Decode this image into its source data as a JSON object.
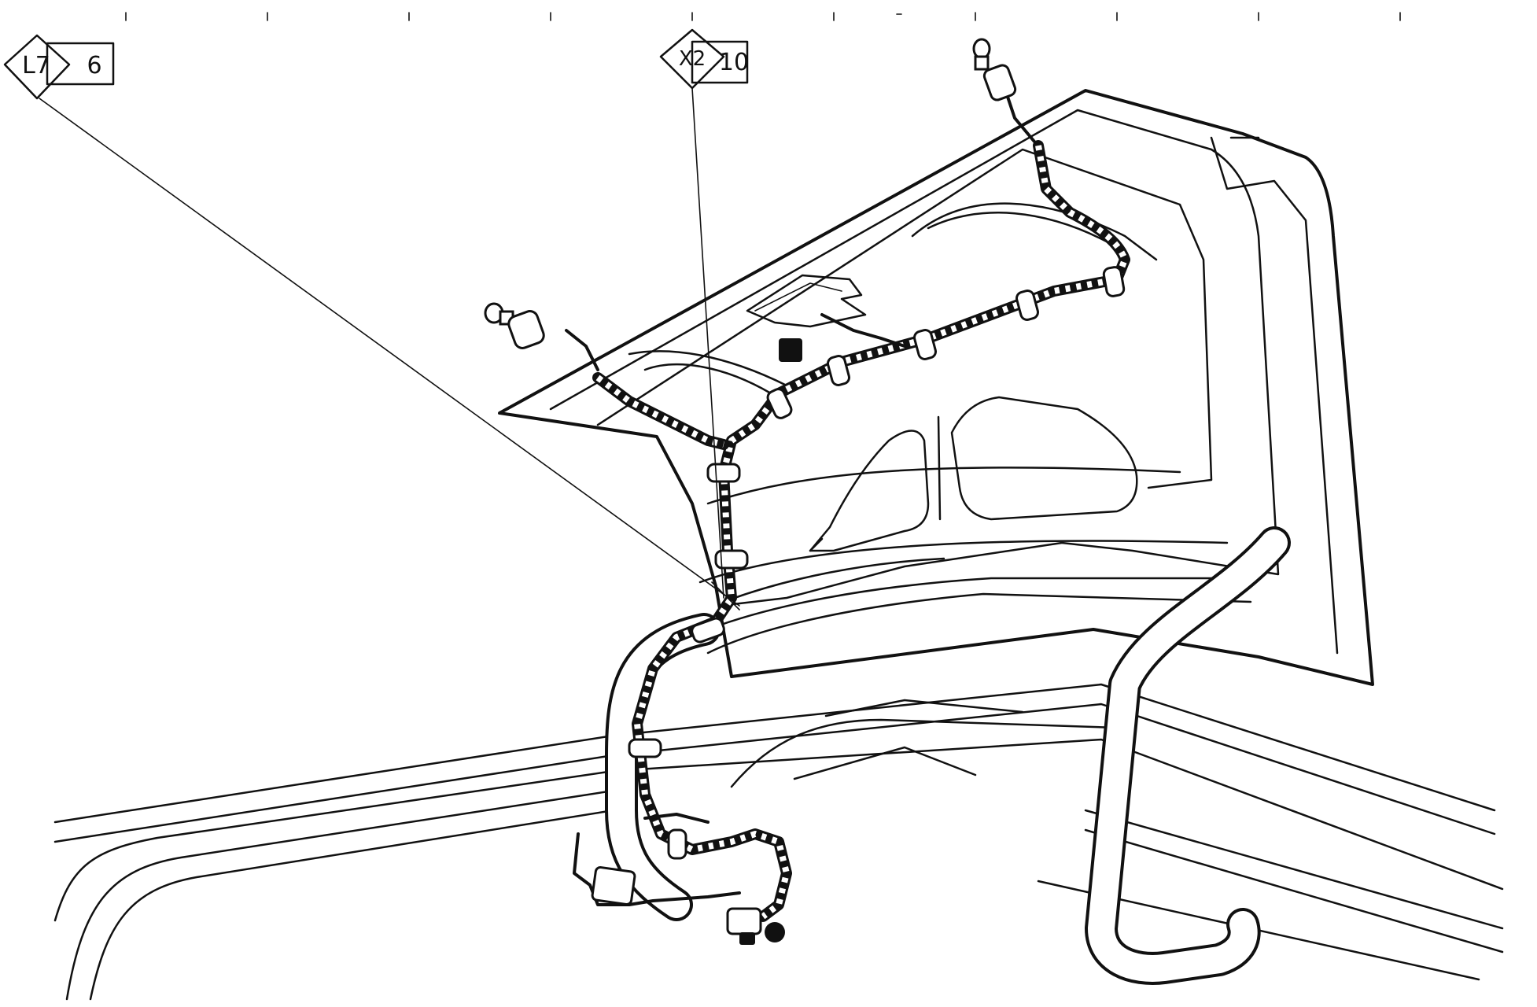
{
  "callouts": [
    {
      "id": "l7",
      "diamond_label": "L7",
      "box_label": "6"
    },
    {
      "id": "x2",
      "diamond_label": "X2",
      "box_label": "10"
    }
  ]
}
